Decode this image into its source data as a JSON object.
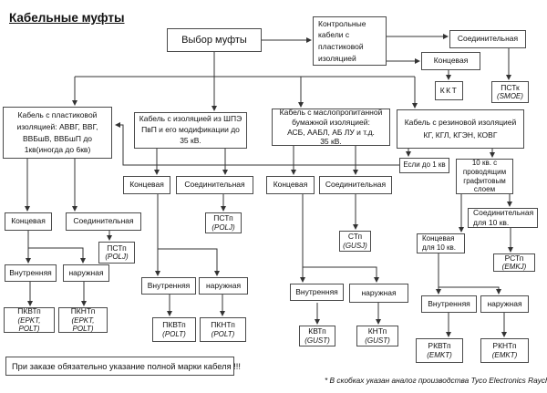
{
  "title": "Кабельные муфты",
  "nodes": {
    "start": {
      "label": "Выбор муфты"
    },
    "control_cables": {
      "label": "Контрольные\nкабели  с\nпластиковой\nизоляцией"
    },
    "control_conn": {
      "label": "Соединительная"
    },
    "control_end": {
      "label": "Концевая"
    },
    "kkt": {
      "label": "ККТ"
    },
    "pstk": {
      "label": "ПСТк",
      "code": "(SMOE)"
    },
    "cable_plastic": {
      "label": "Кабель с пластиковой\nизоляцией: АВВГ, ВВГ,\nВВБшВ, ВВБшП до\n1кв(иногда до 6кв)"
    },
    "cable_shpe": {
      "label": "Кабель с изоляцией из ШПЭ\nПвП и его модификации до\n35 кВ."
    },
    "cable_oil": {
      "label": "Кабель с маслопропитанной\nбумажной изоляцией:\nАСБ, ААБЛ, АБ ЛУ и т.д.\n35 кВ."
    },
    "cable_rubber": {
      "label": "Кабель с резиновой  изоляцией\nКГ, КГЛ, КГЭН, КОВГ"
    },
    "plastic_end": {
      "label": "Концевая"
    },
    "plastic_conn": {
      "label": "Соединительная"
    },
    "plastic_pstp": {
      "label": "ПСТп",
      "code": "(POLJ)"
    },
    "plastic_inner": {
      "label": "Внутренняя"
    },
    "plastic_outer": {
      "label": "наружная"
    },
    "plastic_pkvtp": {
      "label": "ПКВТп",
      "code": "(EPKT, POLT)"
    },
    "plastic_pkntp": {
      "label": "ПКНТп",
      "code": "(EPKT, POLT)"
    },
    "shpe_end": {
      "label": "Концевая"
    },
    "shpe_conn": {
      "label": "Соединительная"
    },
    "shpe_pstp": {
      "label": "ПСТп",
      "code": "(POLJ)"
    },
    "shpe_inner": {
      "label": "Внутренняя"
    },
    "shpe_outer": {
      "label": "наружная"
    },
    "shpe_pkvtp": {
      "label": "ПКВТп",
      "code": "(POLT)"
    },
    "shpe_pkntp": {
      "label": "ПКНТп",
      "code": "(POLT)"
    },
    "oil_end": {
      "label": "Концевая"
    },
    "oil_conn": {
      "label": "Соединительная"
    },
    "oil_stp": {
      "label": "СТп",
      "code": "(GUSJ)"
    },
    "oil_inner": {
      "label": "Внутренняя"
    },
    "oil_outer": {
      "label": "наружная"
    },
    "oil_kvtp": {
      "label": "КВТп",
      "code": "(GUST)"
    },
    "oil_kntp": {
      "label": "КНТп",
      "code": "(GUST)"
    },
    "rubber_if1kv": {
      "label": "Если до 1 кв"
    },
    "rubber_graphite": {
      "label": "10 кв. с\nпроводящим\nграфитовым\nслоем"
    },
    "rubber_end10": {
      "label": "Концевая\nдля  10 кв."
    },
    "rubber_conn10": {
      "label": "Соединительная\nдля  10 кв."
    },
    "rubber_rstp": {
      "label": "РСТп",
      "code": "(EMKJ)"
    },
    "rubber_inner": {
      "label": "Внутренняя"
    },
    "rubber_outer": {
      "label": "наружная"
    },
    "rubber_rkvtp": {
      "label": "РКВТп",
      "code": "(EMKT)"
    },
    "rubber_rkntp": {
      "label": "РКНТп",
      "code": "(EMKT)"
    }
  },
  "footer": {
    "banner": "При заказе обязательно указание полной марки кабеля !!!",
    "footnote": "* В скобках указан аналог производства Tyco Electronics Raychem."
  },
  "colors": {
    "background": "#ffffff",
    "border": "#4a4a4a",
    "line": "#333333",
    "text": "#111111"
  }
}
